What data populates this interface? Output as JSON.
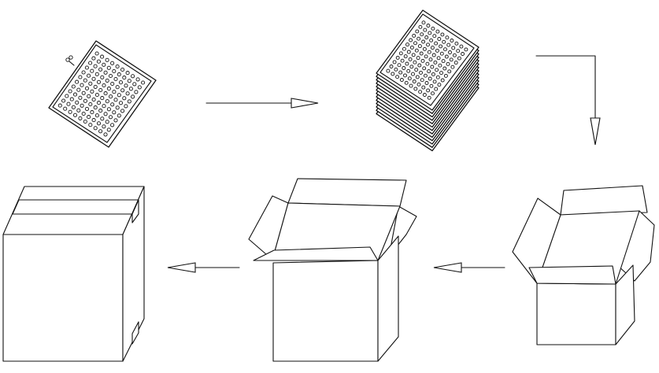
{
  "diagram": {
    "steps": [
      {
        "id": "single-tray",
        "icon": "tray-icon"
      },
      {
        "id": "tray-stack",
        "icon": "tray-stack-icon"
      },
      {
        "id": "open-box-small",
        "icon": "open-box-icon"
      },
      {
        "id": "open-box-large",
        "icon": "open-box-icon"
      },
      {
        "id": "sealed-box",
        "icon": "sealed-box-icon"
      }
    ],
    "arrows": [
      {
        "from": "single-tray",
        "to": "tray-stack",
        "direction": "right"
      },
      {
        "from": "tray-stack",
        "to": "open-box-small",
        "direction": "right-then-down"
      },
      {
        "from": "open-box-small",
        "to": "open-box-large",
        "direction": "left"
      },
      {
        "from": "open-box-large",
        "to": "sealed-box",
        "direction": "left"
      }
    ],
    "tray_grid": {
      "rows": 12,
      "cols": 10
    },
    "stack_layers": 12,
    "colors": {
      "line": "#111111",
      "background": "#ffffff"
    }
  }
}
